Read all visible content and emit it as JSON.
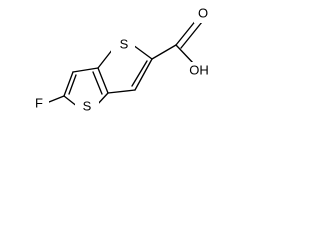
{
  "diagram": {
    "type": "chemical-structure",
    "atoms": {
      "fluorine": "F",
      "sulfur_top": "S",
      "sulfur_bottom": "S",
      "carbonyl_oxygen": "O",
      "hydroxyl": "OH"
    },
    "colors": {
      "background": "#ffffff",
      "ink": "#000000"
    }
  }
}
